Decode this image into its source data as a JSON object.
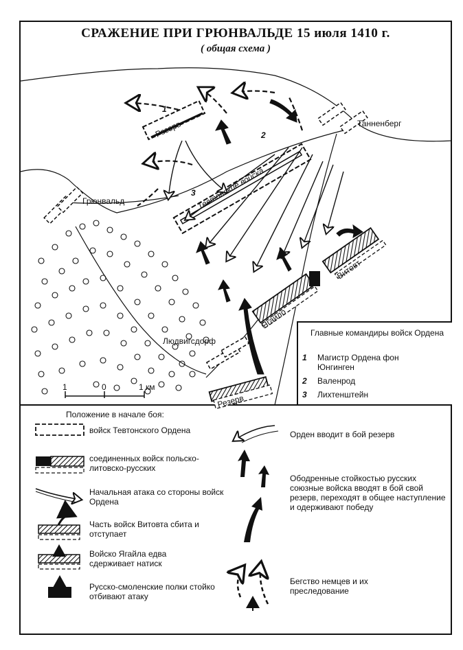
{
  "title": "СРАЖЕНИЕ ПРИ ГРЮНВАЛЬДЕ 15 июля 1410 г.",
  "subtitle": "( общая схема )",
  "places": {
    "tannenberg": "Танненберг",
    "grunwald": "Грюнвальд",
    "ludwigsdorf": "Людвигсдорф"
  },
  "units": {
    "reserve_order": "Резерв",
    "teutonic": "Тевтонские войска",
    "jagiello": "Ягайло",
    "vytautas": "Витовт",
    "reserve_allied": "Резерв"
  },
  "unit_numbers": {
    "n1": "1",
    "n2": "2",
    "n3": "3"
  },
  "scale": {
    "t1": "1",
    "t0": "0",
    "t1km": "1 км"
  },
  "commanders": {
    "heading": "Главные командиры войск Ордена",
    "items": [
      {
        "num": "1",
        "name": "Магистр Ордена фон Юнгинген"
      },
      {
        "num": "2",
        "name": "Валенрод"
      },
      {
        "num": "3",
        "name": "Лихтенштейн"
      }
    ]
  },
  "legend": {
    "title": "Положение в начале боя:",
    "items": [
      {
        "key": "teutonic_position",
        "text": "войск Тевтонского Ордена"
      },
      {
        "key": "allied_position",
        "text": "соединенных войск польско-литовско-русских"
      },
      {
        "key": "initial_attack",
        "text": "Начальная атака со стороны войск Ордена"
      },
      {
        "key": "vytautas_retreat",
        "text": "Часть войск Витовта сбита и отступает"
      },
      {
        "key": "jagiello_holds",
        "text": "Войско Ягайла едва сдерживает натиск"
      },
      {
        "key": "smolensk",
        "text": "Русско-смоленские полки стойко отбивают атаку"
      },
      {
        "key": "order_reserve",
        "text": "Орден вводит в бой резерв"
      },
      {
        "key": "allied_reserve",
        "text": "Ободренные стойкостью русских союзные войска вводят в бой свой резерв, переходят в общее наступление и одерживают победу"
      },
      {
        "key": "flight",
        "text": "Бегство немцев и их преследование"
      }
    ]
  },
  "colors": {
    "ink": "#111111",
    "paper": "#ffffff"
  }
}
